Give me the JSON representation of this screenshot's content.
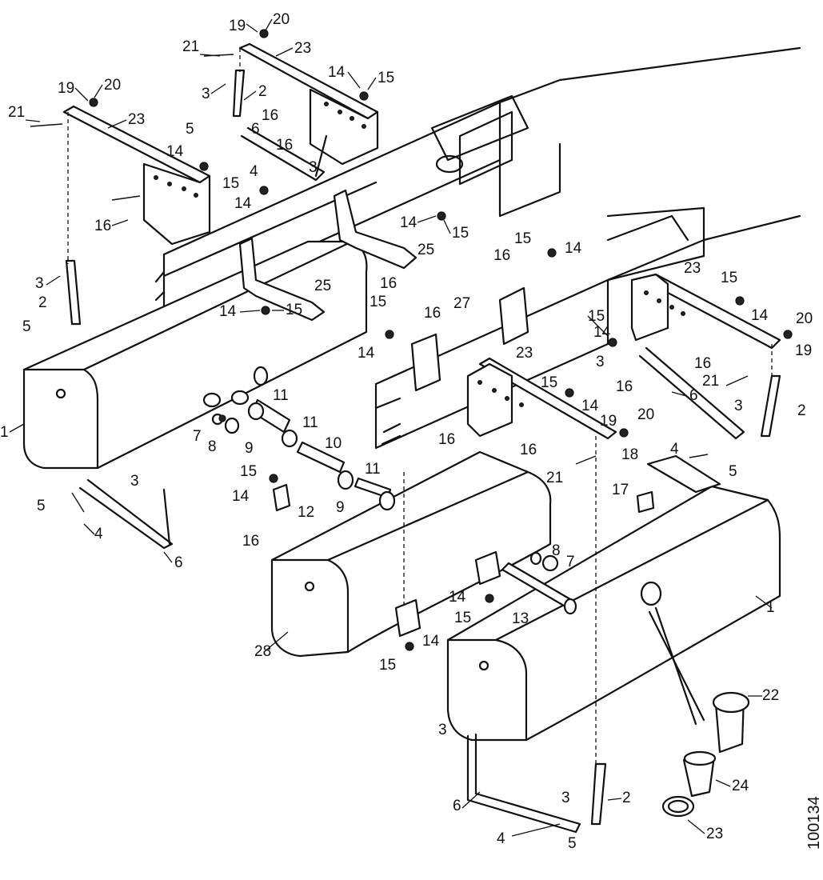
{
  "drawing_code": "100134",
  "callouts": [
    {
      "id": "c-19-top",
      "text": "19"
    },
    {
      "id": "c-20-top",
      "text": "20"
    },
    {
      "id": "c-21-top",
      "text": "21"
    },
    {
      "id": "c-23-top",
      "text": "23"
    },
    {
      "id": "c-14-top",
      "text": "14"
    },
    {
      "id": "c-15-top",
      "text": "15"
    },
    {
      "id": "c-3-top",
      "text": "3"
    },
    {
      "id": "c-2-top",
      "text": "2"
    },
    {
      "id": "c-16-top",
      "text": "16"
    },
    {
      "id": "c-6-top",
      "text": "6"
    },
    {
      "id": "c-16-top2",
      "text": "16"
    },
    {
      "id": "c-3-top2",
      "text": "3"
    },
    {
      "id": "c-5-top",
      "text": "5"
    },
    {
      "id": "c-4-top",
      "text": "4"
    },
    {
      "id": "c-19-l",
      "text": "19"
    },
    {
      "id": "c-20-l",
      "text": "20"
    },
    {
      "id": "c-21-l",
      "text": "21"
    },
    {
      "id": "c-23-l",
      "text": "23"
    },
    {
      "id": "c-14-l",
      "text": "14"
    },
    {
      "id": "c-15-l",
      "text": "15"
    },
    {
      "id": "c-14-l2",
      "text": "14"
    },
    {
      "id": "c-16-l",
      "text": "16"
    },
    {
      "id": "c-14-m",
      "text": "14"
    },
    {
      "id": "c-15-m",
      "text": "15"
    },
    {
      "id": "c-25-a",
      "text": "25"
    },
    {
      "id": "c-16-m",
      "text": "16"
    },
    {
      "id": "c-25-b",
      "text": "25"
    },
    {
      "id": "c-14-m2",
      "text": "14"
    },
    {
      "id": "c-15-m2",
      "text": "15"
    },
    {
      "id": "c-3-l",
      "text": "3"
    },
    {
      "id": "c-2-l",
      "text": "2"
    },
    {
      "id": "c-5-l",
      "text": "5"
    },
    {
      "id": "c-1-l",
      "text": "1"
    },
    {
      "id": "c-7-l",
      "text": "7"
    },
    {
      "id": "c-8-l",
      "text": "8"
    },
    {
      "id": "c-9-a",
      "text": "9"
    },
    {
      "id": "c-11-a",
      "text": "11"
    },
    {
      "id": "c-11-b",
      "text": "11"
    },
    {
      "id": "c-10",
      "text": "10"
    },
    {
      "id": "c-11-c",
      "text": "11"
    },
    {
      "id": "c-9-b",
      "text": "9"
    },
    {
      "id": "c-15-s",
      "text": "15"
    },
    {
      "id": "c-14-s",
      "text": "14"
    },
    {
      "id": "c-12",
      "text": "12"
    },
    {
      "id": "c-16-s",
      "text": "16"
    },
    {
      "id": "c-3-bl",
      "text": "3"
    },
    {
      "id": "c-5-bl",
      "text": "5"
    },
    {
      "id": "c-4-bl",
      "text": "4"
    },
    {
      "id": "c-6-bl",
      "text": "6"
    },
    {
      "id": "c-15-r",
      "text": "15"
    },
    {
      "id": "c-14-r",
      "text": "14"
    },
    {
      "id": "c-16-r",
      "text": "16"
    },
    {
      "id": "c-23-r",
      "text": "23"
    },
    {
      "id": "c-15-r2",
      "text": "15"
    },
    {
      "id": "c-14-r2",
      "text": "14"
    },
    {
      "id": "c-20-r",
      "text": "20"
    },
    {
      "id": "c-19-r",
      "text": "19"
    },
    {
      "id": "c-15-c",
      "text": "15"
    },
    {
      "id": "c-16-c",
      "text": "16"
    },
    {
      "id": "c-27",
      "text": "27"
    },
    {
      "id": "c-14-c",
      "text": "14"
    },
    {
      "id": "c-15-c2",
      "text": "15"
    },
    {
      "id": "c-14-c2",
      "text": "14"
    },
    {
      "id": "c-3-r",
      "text": "3"
    },
    {
      "id": "c-16-r2",
      "text": "16"
    },
    {
      "id": "c-21-r",
      "text": "21"
    },
    {
      "id": "c-16-r3",
      "text": "16"
    },
    {
      "id": "c-6-r",
      "text": "6"
    },
    {
      "id": "c-3-r2",
      "text": "3"
    },
    {
      "id": "c-2-r",
      "text": "2"
    },
    {
      "id": "c-23-c",
      "text": "23"
    },
    {
      "id": "c-15-c3",
      "text": "15"
    },
    {
      "id": "c-14-c3",
      "text": "14"
    },
    {
      "id": "c-19-c",
      "text": "19"
    },
    {
      "id": "c-20-c",
      "text": "20"
    },
    {
      "id": "c-16-c2",
      "text": "16"
    },
    {
      "id": "c-16-c3",
      "text": "16"
    },
    {
      "id": "c-4-r",
      "text": "4"
    },
    {
      "id": "c-5-r",
      "text": "5"
    },
    {
      "id": "c-21-c",
      "text": "21"
    },
    {
      "id": "c-18",
      "text": "18"
    },
    {
      "id": "c-17",
      "text": "17"
    },
    {
      "id": "c-1-r",
      "text": "1"
    },
    {
      "id": "c-8-r",
      "text": "8"
    },
    {
      "id": "c-7-r",
      "text": "7"
    },
    {
      "id": "c-14-b",
      "text": "14"
    },
    {
      "id": "c-15-b",
      "text": "15"
    },
    {
      "id": "c-13",
      "text": "13"
    },
    {
      "id": "c-14-b2",
      "text": "14"
    },
    {
      "id": "c-15-b2",
      "text": "15"
    },
    {
      "id": "c-28",
      "text": "28"
    },
    {
      "id": "c-22",
      "text": "22"
    },
    {
      "id": "c-24",
      "text": "24"
    },
    {
      "id": "c-23-b",
      "text": "23"
    },
    {
      "id": "c-3-b",
      "text": "3"
    },
    {
      "id": "c-2-b",
      "text": "2"
    },
    {
      "id": "c-6-b",
      "text": "6"
    },
    {
      "id": "c-3-b2",
      "text": "3"
    },
    {
      "id": "c-4-b",
      "text": "4"
    },
    {
      "id": "c-5-b",
      "text": "5"
    }
  ]
}
